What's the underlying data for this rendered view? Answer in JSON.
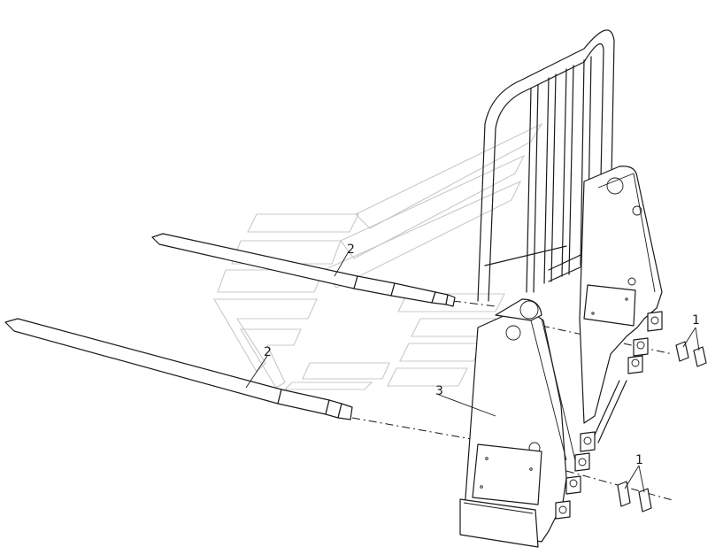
{
  "callouts": {
    "pin_left_top": "2",
    "pin_left_bottom": "2",
    "frame": "3",
    "retainer_right_top": "1",
    "retainer_right_bottom": "1"
  }
}
